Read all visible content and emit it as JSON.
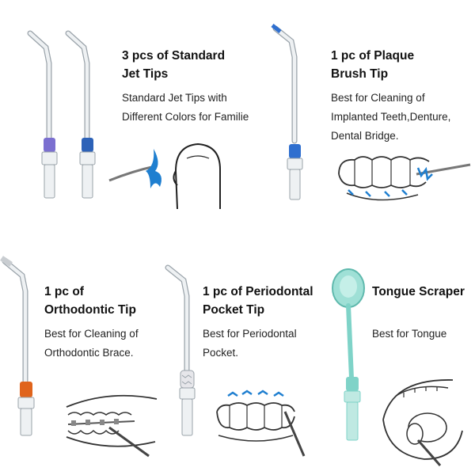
{
  "panels": [
    {
      "title_line1": "3 pcs of Standard",
      "title_line2": "Jet Tips",
      "desc_line1": "Standard Jet Tips with",
      "desc_line2": "Different Colors for Familie",
      "ring_colors": [
        "#7b6fd0",
        "#2d62b8"
      ]
    },
    {
      "title_line1": "1 pc of Plaque",
      "title_line2": "Brush Tip",
      "desc_line1": "Best for Cleaning of",
      "desc_line2": "Implanted Teeth,Denture,",
      "desc_line3": "Dental Bridge.",
      "ring_colors": [
        "#2f6fcf"
      ]
    },
    {
      "title_line1": "1 pc of",
      "title_line2": "Orthodontic Tip",
      "desc_line1": "Best for Cleaning of",
      "desc_line2": "Orthodontic Brace.",
      "ring_colors": [
        "#e0641c"
      ]
    },
    {
      "title_line1": "1 pc of Periodontal",
      "title_line2": "Pocket Tip",
      "desc_line1": "Best for Periodontal",
      "desc_line2": "Pocket.",
      "ring_colors": [
        "#e6e6ea"
      ]
    },
    {
      "title_line1": "Tongue Scraper",
      "desc_line1": "Best for Tongue",
      "ring_colors": [
        "#7fd3c8"
      ]
    }
  ],
  "colors": {
    "tip_body": "#eef1f3",
    "tip_outline": "#9aa3aa",
    "water_blue": "#1f7fd0",
    "tongue_tip": "#9fe0d6"
  }
}
